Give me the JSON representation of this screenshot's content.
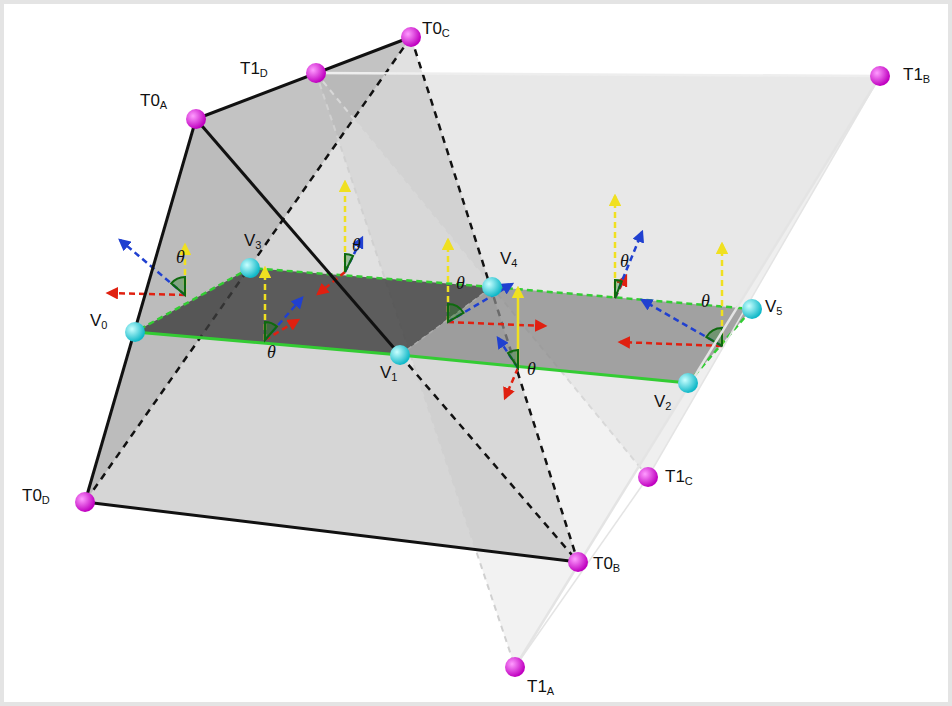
{
  "diagram": {
    "labels": [
      "T0A",
      "T1D",
      "T0C",
      "T1B",
      "θ",
      "θ",
      "θ",
      "θ",
      "θ",
      "θ",
      "θ",
      "V3",
      "V4",
      "V5",
      "V0",
      "V1",
      "V2",
      "T1C",
      "T0B",
      "T0D",
      "T1A"
    ]
  }
}
